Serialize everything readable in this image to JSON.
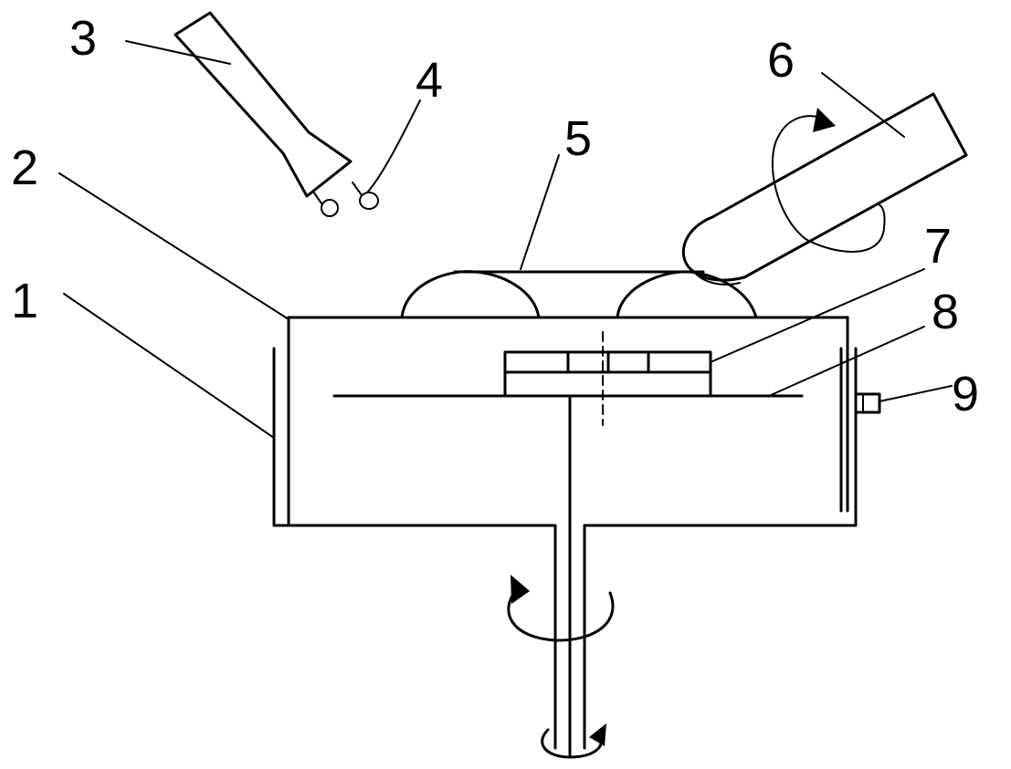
{
  "labels": {
    "l1": "1",
    "l2": "2",
    "l3": "3",
    "l4": "4",
    "l5": "5",
    "l6": "6",
    "l7": "7",
    "l8": "8",
    "l9": "9"
  },
  "colors": {
    "ink": "#000000",
    "background": "#ffffff"
  }
}
